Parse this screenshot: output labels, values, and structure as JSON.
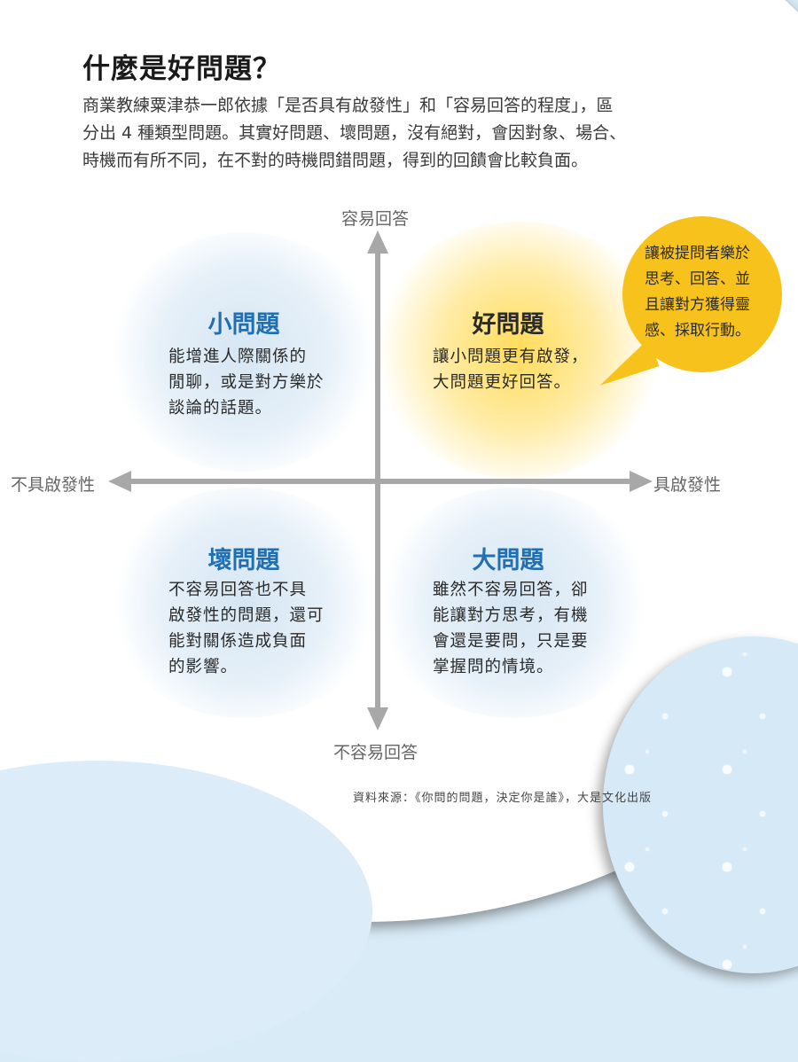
{
  "header": {
    "title": "什麼是好問題？",
    "intro_lines": [
      "商業教練粟津恭一郎依據「是否具有啟發性」和「容易回答的程度」，區",
      "分出 4 種類型問題。其實好問題、壞問題，沒有絕對，會因對象、場合、",
      "時機而有所不同，在不對的時機問錯問題，得到的回饋會比較負面。"
    ]
  },
  "axes": {
    "top": "容易回答",
    "bottom": "不容易回答",
    "left": "不具啟發性",
    "right": "具啟發性"
  },
  "quadrants": {
    "top_left": {
      "title": "小問題",
      "lines": [
        "能增進人際關係的",
        "閒聊，或是對方樂於",
        "談論的話題。"
      ]
    },
    "top_right": {
      "title": "好問題",
      "lines": [
        "讓小問題更有啟發，",
        "大問題更好回答。"
      ]
    },
    "bottom_left": {
      "title": "壞問題",
      "lines": [
        "不容易回答也不具",
        "啟發性的問題，還可",
        "能對關係造成負面",
        "的影響。"
      ]
    },
    "bottom_right": {
      "title": "大問題",
      "lines": [
        "雖然不容易回答，卻",
        "能讓對方思考，有機",
        "會還是要問，只是要",
        "掌握問的情境。"
      ]
    }
  },
  "callout": {
    "lines": [
      "讓被提問者樂於",
      "思考、回答、並",
      "且讓對方獲得靈",
      "感、採取行動。"
    ]
  },
  "source": "資料來源：《你問的問題，決定你是誰》，大是文化出版",
  "colors": {
    "title_blue": "#1f6fb2",
    "callout_yellow": "#f7c21b",
    "axis_gray": "#a8a8a8",
    "background_blue": "#d9ebf7"
  }
}
